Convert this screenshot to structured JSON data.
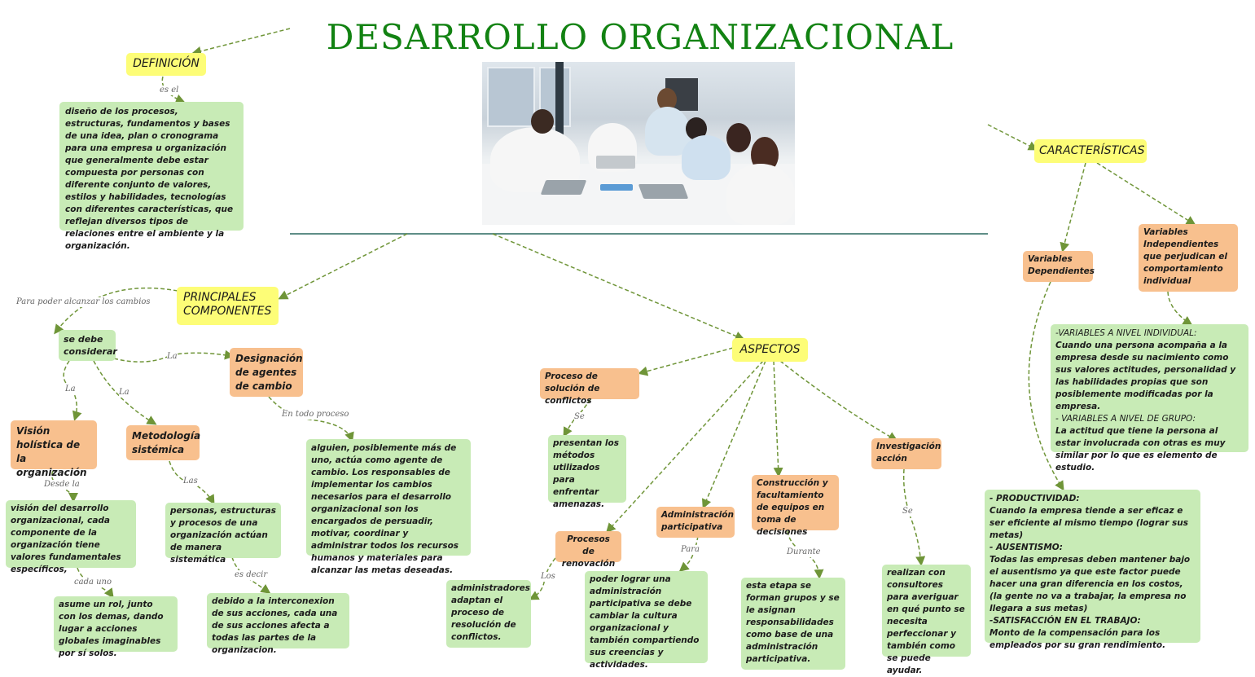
{
  "title": "DESARROLLO ORGANIZACIONAL",
  "photo": {
    "description": "team-high-five-office-photo"
  },
  "colors": {
    "title": "#128212",
    "main_node": "#fdfd77",
    "sub_node": "#f8c08e",
    "detail_node": "#c8ebb6",
    "link": "#6f9538",
    "divider": "#5f8e87"
  },
  "definicion": {
    "label": "DEFINICIÓN",
    "link": "es el",
    "text": "diseño de los procesos, estructuras, fundamentos y bases de una idea, plan o cronograma para una empresa u organización que generalmente debe estar compuesta por personas con diferente conjunto de valores, estilos y habilidades, tecnologías con diferentes características, que reflejan diversos tipos de relaciones entre el ambiente y la organización."
  },
  "componentes": {
    "label": "PRINCIPALES COMPONENTES",
    "link": "Para poder alcanzar los cambios",
    "consider": "se debe considerar",
    "vision": {
      "link": "La",
      "label": "Visión holística de la organización",
      "link2": "Desde la",
      "text": "visión del desarrollo organizacional, cada componente de la organización tiene valores fundamentales específicos,",
      "link3": "cada uno",
      "text2": "asume un rol, junto con los demas, dando lugar a acciones globales imaginables por sí solos."
    },
    "metodologia": {
      "link": "La",
      "label": "Metodología sistémica",
      "link2": "Las",
      "text": "personas, estructuras y procesos de una organización actúan de manera sistemática",
      "link3": "es decir",
      "text2": "debido a la interconexion de sus acciones, cada una de sus acciones afecta a todas las partes de la organizacion."
    },
    "designacion": {
      "link": "La",
      "label": "Designación de agentes de cambio",
      "link2": "En todo proceso",
      "text": "alguien, posiblemente más de uno, actúa como agente de cambio. Los responsables de implementar los cambios necesarios para el desarrollo organizacional son los encargados de persuadir, motivar, coordinar y administrar todos los recursos humanos y materiales para alcanzar las metas deseadas."
    }
  },
  "aspectos": {
    "label": "ASPECTOS",
    "solucion": {
      "label": "Proceso de solución de conflictos",
      "link": "Se",
      "text": "presentan los métodos utilizados para enfrentar amenazas."
    },
    "renovacion": {
      "label": "Procesos de renovación",
      "link": "Los",
      "text": "administradores adaptan el proceso de resolución de conflictos."
    },
    "administracion": {
      "label": "Administración participativa",
      "link": "Para",
      "text": "poder lograr una administración participativa se debe cambiar la cultura organizacional y también compartiendo sus creencias y actividades."
    },
    "construccion": {
      "label": "Construcción y facultamiento de equipos en toma de decisiones",
      "link": "Durante",
      "text": "esta etapa se forman grupos y se le asignan responsabilidades como base de una administración participativa."
    },
    "investigacion": {
      "label": "Investigación acción",
      "link": "Se",
      "text": "realizan con consultores para averiguar en qué punto se necesita perfeccionar y también como se puede ayudar."
    }
  },
  "caracteristicas": {
    "label": "CARACTERÍSTICAS",
    "dependientes": {
      "label": "Variables Dependientes",
      "lines": [
        "- PRODUCTIVIDAD:",
        "Cuando la empresa tiende a ser eficaz e ser eficiente al mismo tiempo (lograr sus metas)",
        "- AUSENTISMO:",
        "Todas las empresas deben mantener bajo el ausentismo ya que este factor puede hacer una gran diferencia en los costos, (la gente no va a trabajar, la empresa no llegara a sus metas)",
        "-SATISFACCIÓN EN EL TRABAJO:",
        "Monto de la compensación para los empleados por su gran rendimiento."
      ]
    },
    "independientes": {
      "label": "Variables Independientes que perjudican el comportamiento individual",
      "lines": [
        "-VARIABLES A NIVEL INDIVIDUAL:",
        "Cuando una persona acompaña a la empresa desde su nacimiento como sus valores actitudes, personalidad y las habilidades propias que son posiblemente modificadas por la empresa.",
        "- VARIABLES A NIVEL DE GRUPO:",
        "La actitud que tiene la persona al estar involucrada con otras es muy similar por lo que es elemento de estudio."
      ]
    }
  }
}
